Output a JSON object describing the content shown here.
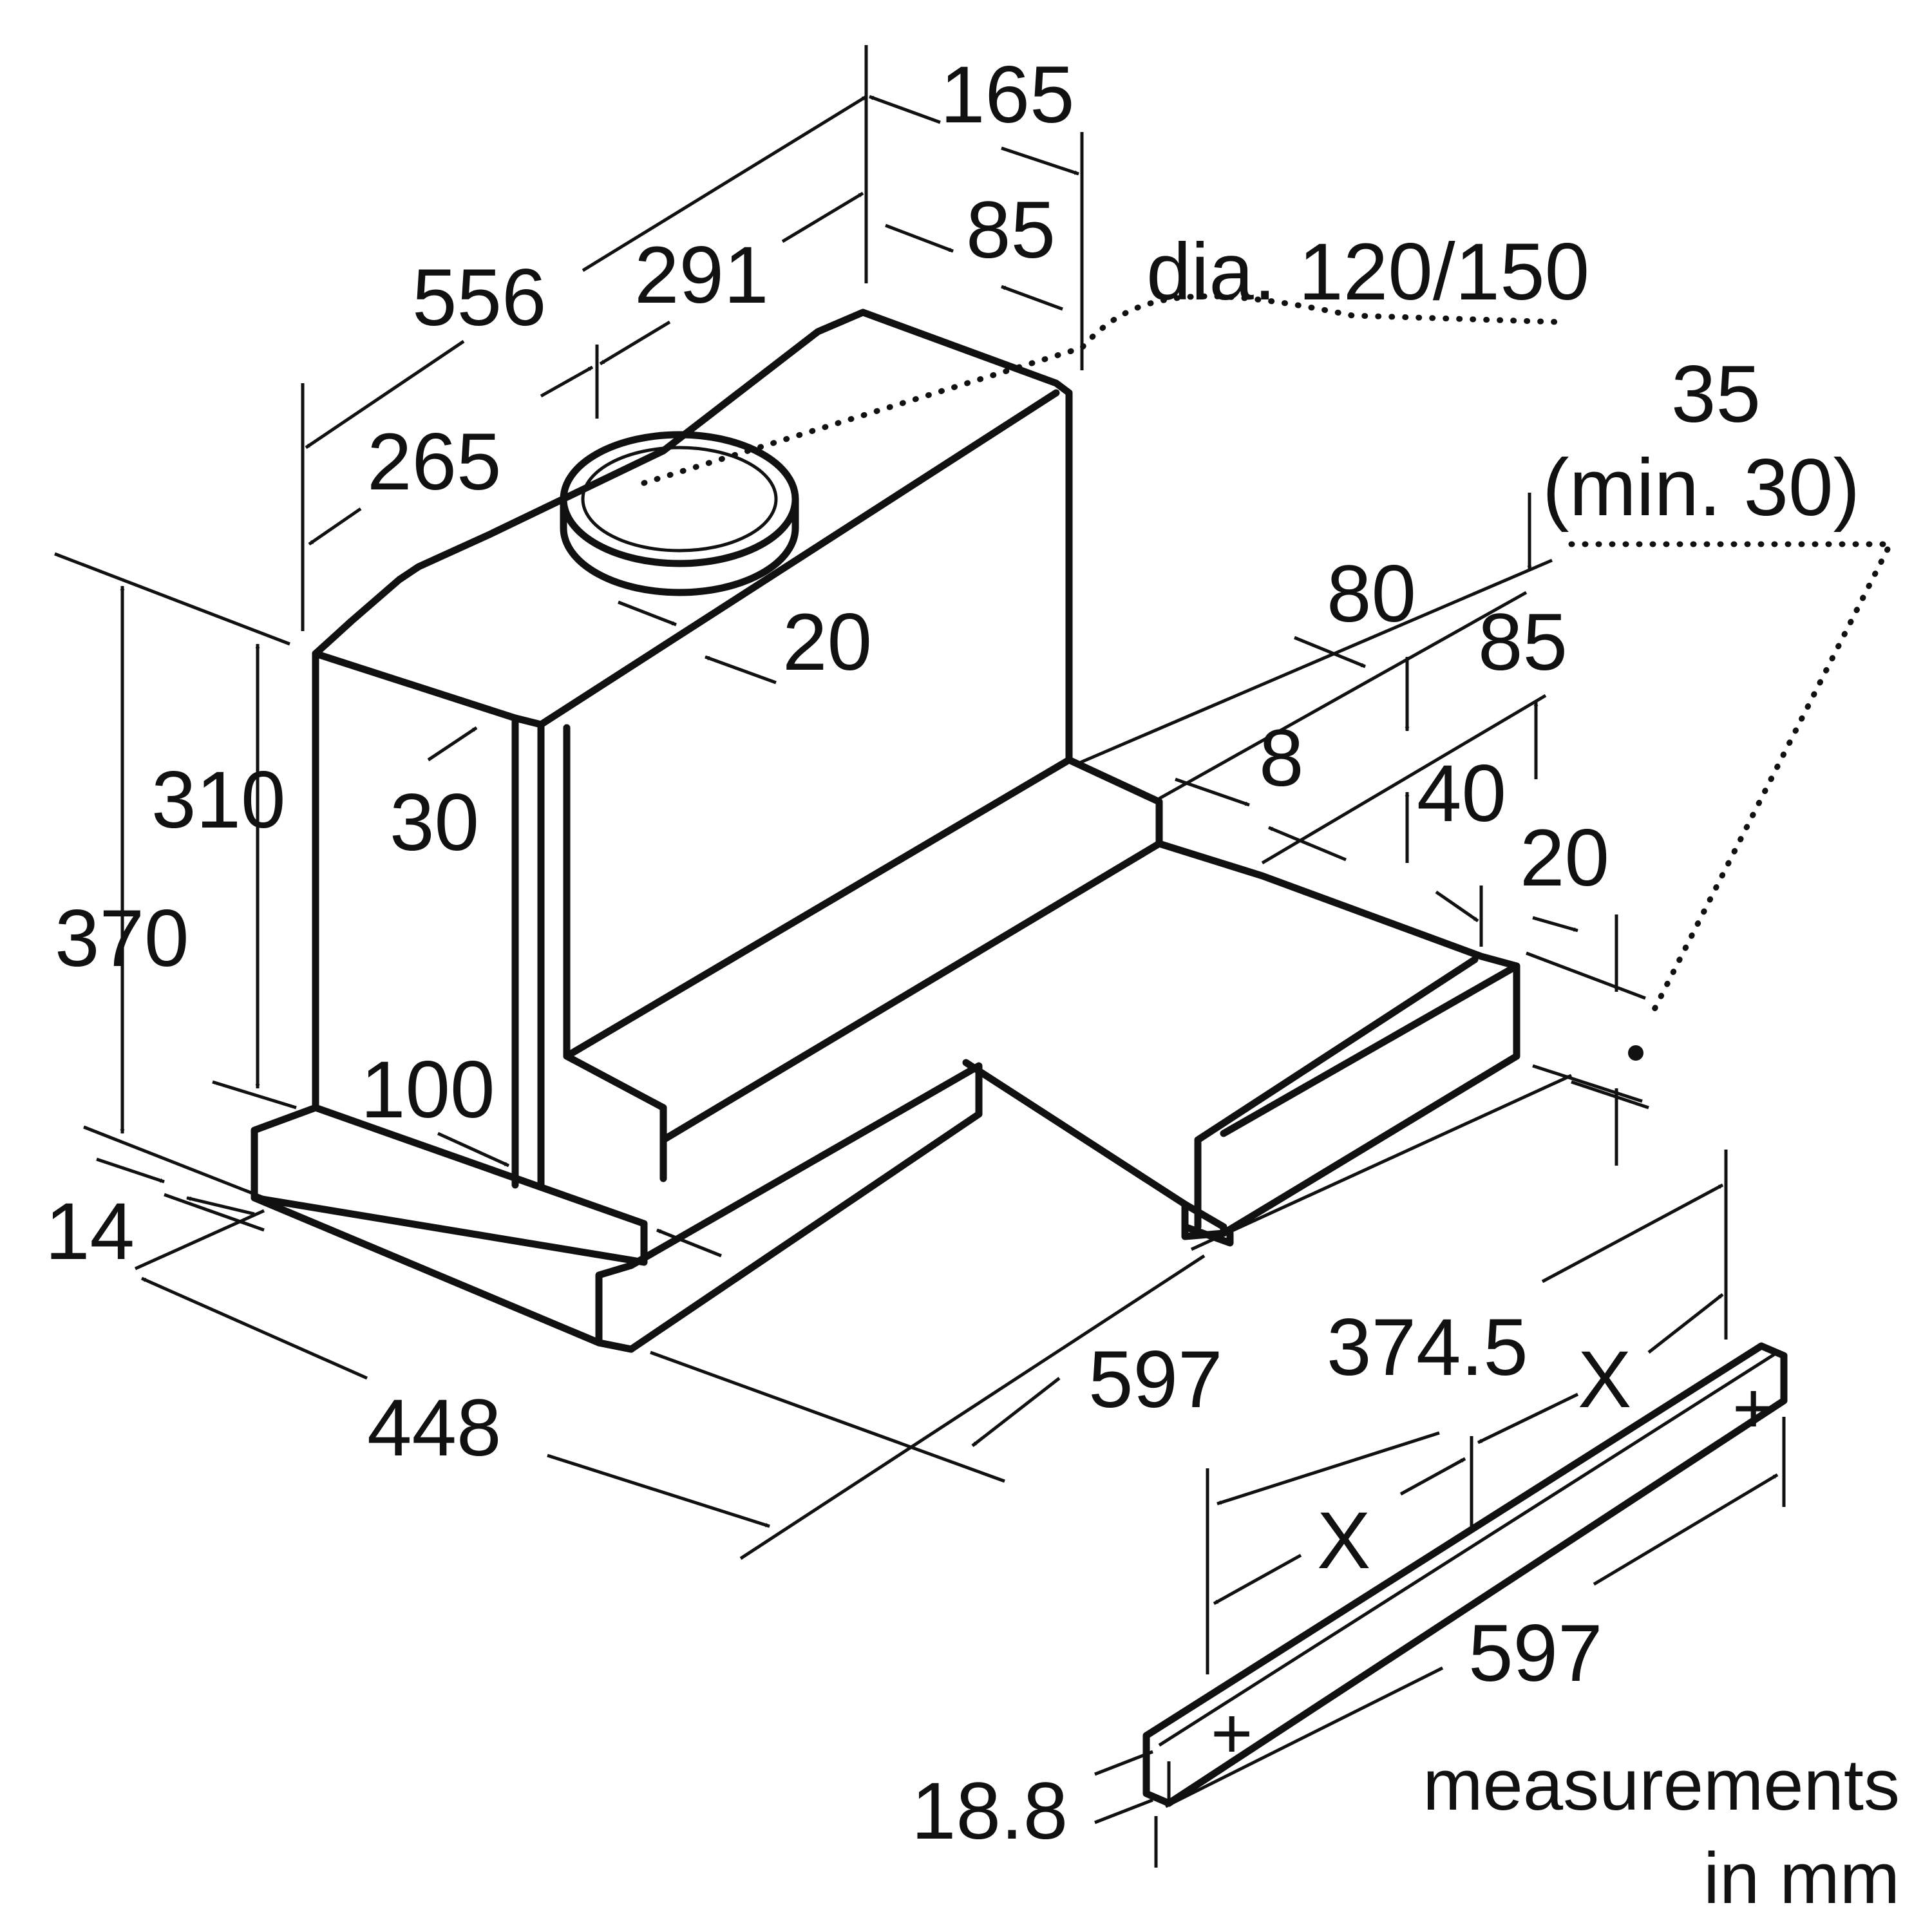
{
  "labels": {
    "d165": "165",
    "d85_top": "85",
    "d556": "556",
    "d291": "291",
    "dia": "dia. 120/150",
    "d265": "265",
    "d35": "35",
    "min30": "(min. 30)",
    "d80": "80",
    "d85_right": "85",
    "d20_top": "20",
    "d310": "310",
    "d30": "30",
    "d8": "8",
    "d40": "40",
    "d20_right": "20",
    "d370": "370",
    "d100": "100",
    "d14": "14",
    "d597_front": "597",
    "d448": "448",
    "d374_5": "374.5",
    "x_right": "X",
    "x_left": "X",
    "d597_bar": "597",
    "d18_8": "18.8",
    "measurements": "measurements",
    "in_mm": "in mm"
  }
}
